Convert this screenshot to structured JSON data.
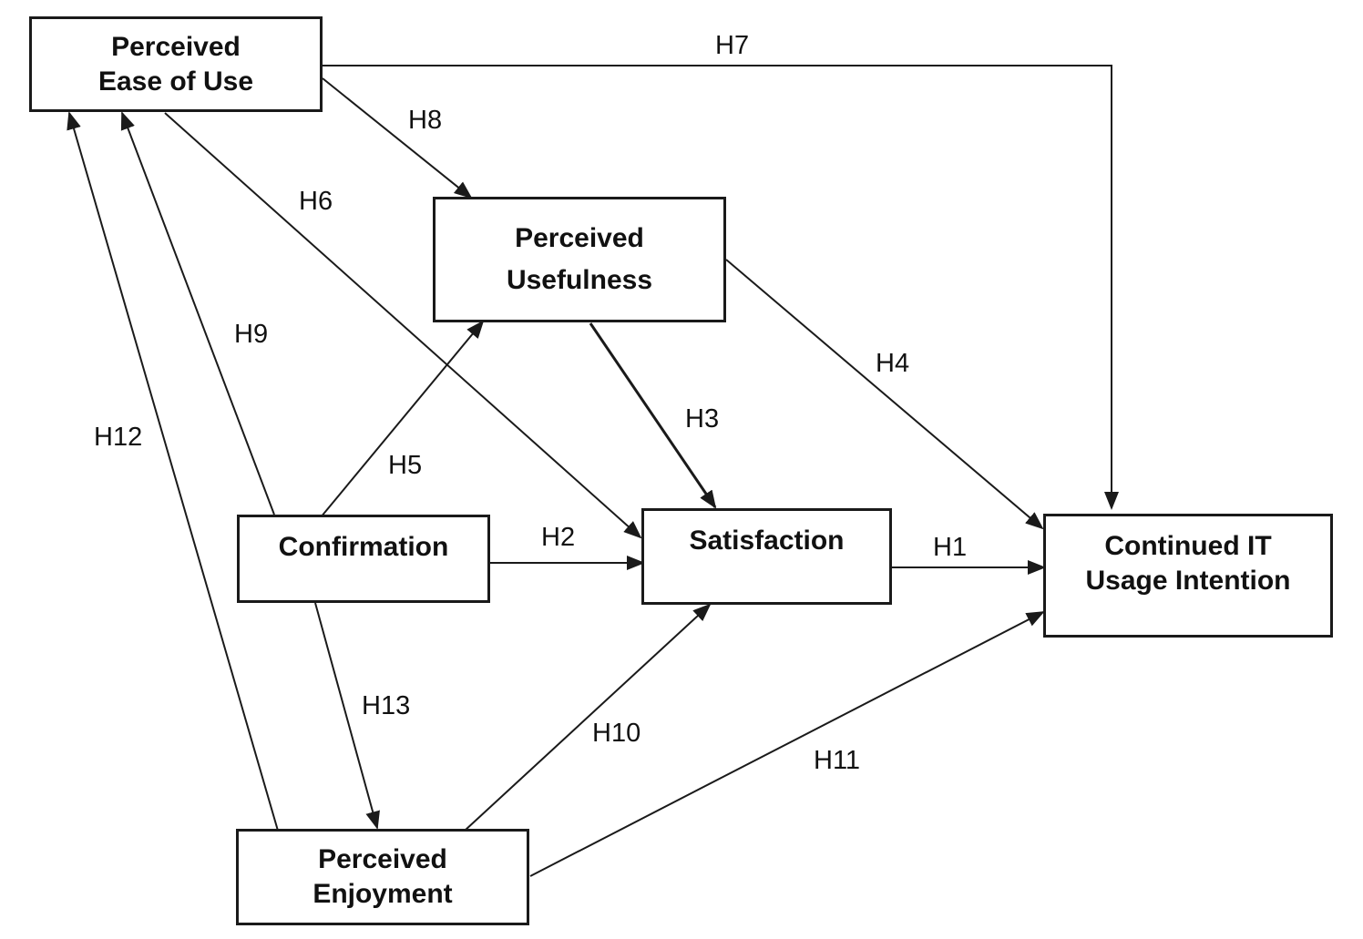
{
  "nodes": {
    "peou": {
      "line1": "Perceived",
      "line2": "Ease of Use"
    },
    "pu": {
      "line1": "Perceived",
      "line2": "Usefulness"
    },
    "confirmation": {
      "line1": "Confirmation"
    },
    "satisfaction": {
      "line1": "Satisfaction"
    },
    "continued": {
      "line1": "Continued IT",
      "line2": "Usage Intention"
    },
    "pe": {
      "line1": "Perceived",
      "line2": "Enjoyment"
    }
  },
  "hypotheses": {
    "h1": "H1",
    "h2": "H2",
    "h3": "H3",
    "h4": "H4",
    "h5": "H5",
    "h6": "H6",
    "h7": "H7",
    "h8": "H8",
    "h9": "H9",
    "h10": "H10",
    "h11": "H11",
    "h12": "H12",
    "h13": "H13"
  },
  "edges": [
    {
      "id": "h1",
      "from": "satisfaction",
      "to": "continued"
    },
    {
      "id": "h2",
      "from": "confirmation",
      "to": "satisfaction"
    },
    {
      "id": "h3",
      "from": "pu",
      "to": "satisfaction"
    },
    {
      "id": "h4",
      "from": "pu",
      "to": "continued"
    },
    {
      "id": "h5",
      "from": "confirmation",
      "to": "pu"
    },
    {
      "id": "h6",
      "from": "peou",
      "to": "satisfaction"
    },
    {
      "id": "h7",
      "from": "peou",
      "to": "continued"
    },
    {
      "id": "h8",
      "from": "peou",
      "to": "pu"
    },
    {
      "id": "h9",
      "from": "confirmation",
      "to": "peou"
    },
    {
      "id": "h10",
      "from": "pe",
      "to": "satisfaction"
    },
    {
      "id": "h11",
      "from": "pe",
      "to": "continued"
    },
    {
      "id": "h12",
      "from": "pe",
      "to": "peou"
    },
    {
      "id": "h13",
      "from": "confirmation",
      "to": "pe"
    }
  ],
  "colors": {
    "stroke": "#1a1a1a",
    "background": "#ffffff"
  }
}
